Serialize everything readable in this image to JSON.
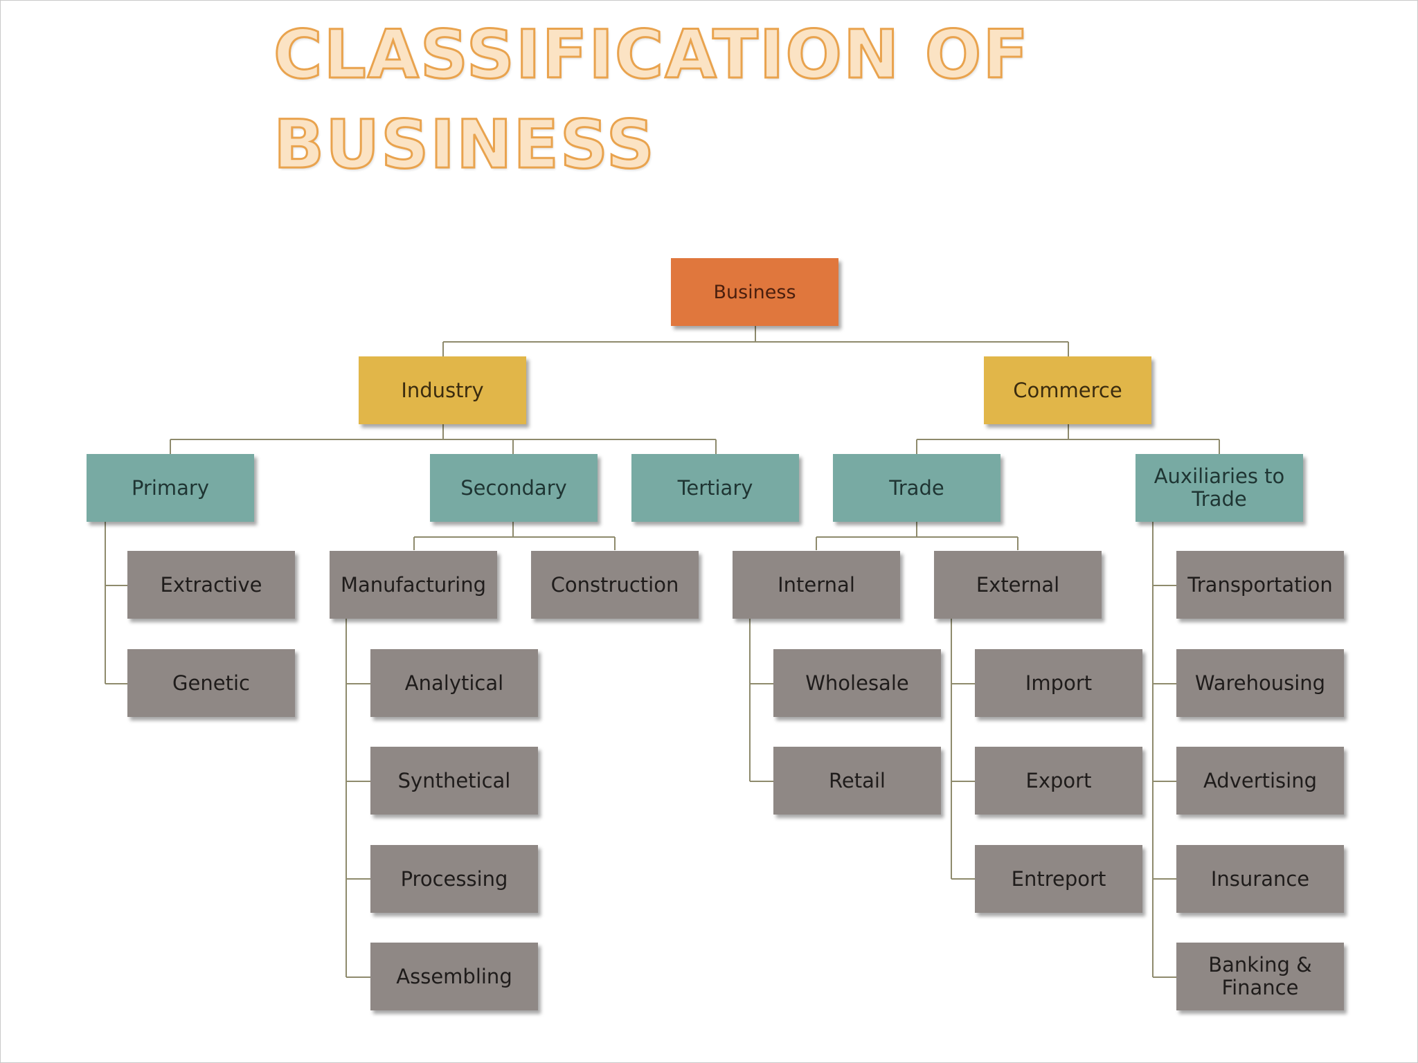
{
  "title": {
    "line1": "CLASSIFICATION OF",
    "line2": "BUSINESS"
  },
  "colors": {
    "title_fill": "#fbe3c4",
    "title_outline": "#e9a34e",
    "root": "#e0773d",
    "level1": "#e1b649",
    "level2": "#78aaa3",
    "level3": "#8f8885",
    "connector": "#8e8a6c"
  },
  "diagram": {
    "business": "Business",
    "industry": "Industry",
    "commerce": "Commerce",
    "primary": "Primary",
    "secondary": "Secondary",
    "tertiary": "Tertiary",
    "trade": "Trade",
    "auxiliaries": "Auxiliaries to Trade",
    "extractive": "Extractive",
    "genetic": "Genetic",
    "manufacturing": "Manufacturing",
    "construction": "Construction",
    "analytical": "Analytical",
    "synthetical": "Synthetical",
    "processing": "Processing",
    "assembling": "Assembling",
    "internal": "Internal",
    "external": "External",
    "wholesale": "Wholesale",
    "retail": "Retail",
    "import": "Import",
    "export": "Export",
    "entreport": "Entreport",
    "transportation": "Transportation",
    "warehousing": "Warehousing",
    "advertising": "Advertising",
    "insurance": "Insurance",
    "banking": "Banking & Finance"
  }
}
